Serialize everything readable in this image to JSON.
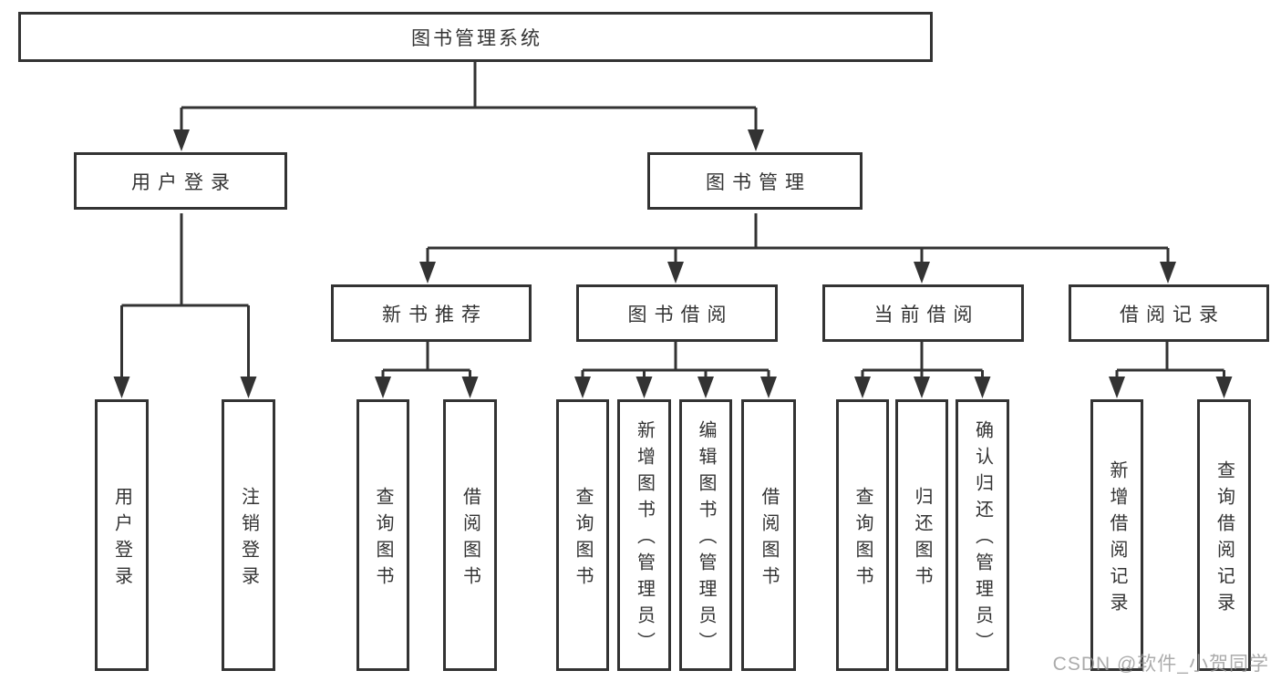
{
  "diagram": {
    "root": "图书管理系统",
    "level2": [
      "用户登录",
      "图书管理"
    ],
    "level3": [
      "新书推荐",
      "图书借阅",
      "当前借阅",
      "借阅记录"
    ],
    "leaves": [
      "用户登录",
      "注销登录",
      "查询图书",
      "借阅图书",
      "查询图书",
      "新增图书（管理员）",
      "编辑图书（管理员）",
      "借阅图书",
      "查询图书",
      "归还图书",
      "确认归还（管理员）",
      "新增借阅记录",
      "查询借阅记录"
    ]
  },
  "colors": {
    "line": "#333333",
    "text": "#333333",
    "background": "#ffffff",
    "watermark": "#979797"
  },
  "watermark": "CSDN @软件_小贺同学"
}
